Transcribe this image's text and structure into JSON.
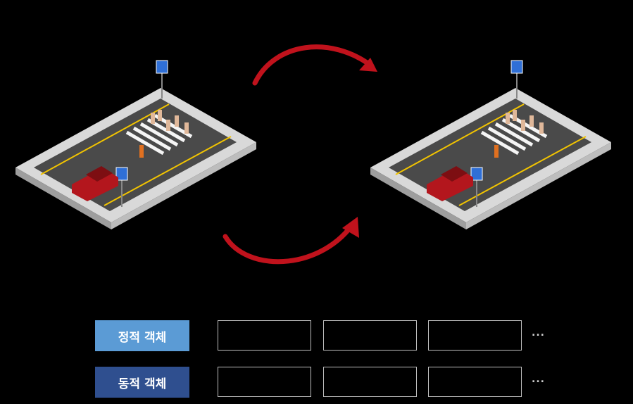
{
  "scenes": [
    {
      "name": "scene-frame-before"
    },
    {
      "name": "scene-frame-after"
    }
  ],
  "arrows": {
    "color": "#c0121c"
  },
  "legend": {
    "rows": [
      {
        "label": "정적 객체",
        "color": "#5b9bd5",
        "ellipsis": "..."
      },
      {
        "label": "동적 객체",
        "color": "#2f4f8f",
        "ellipsis": "..."
      }
    ]
  }
}
